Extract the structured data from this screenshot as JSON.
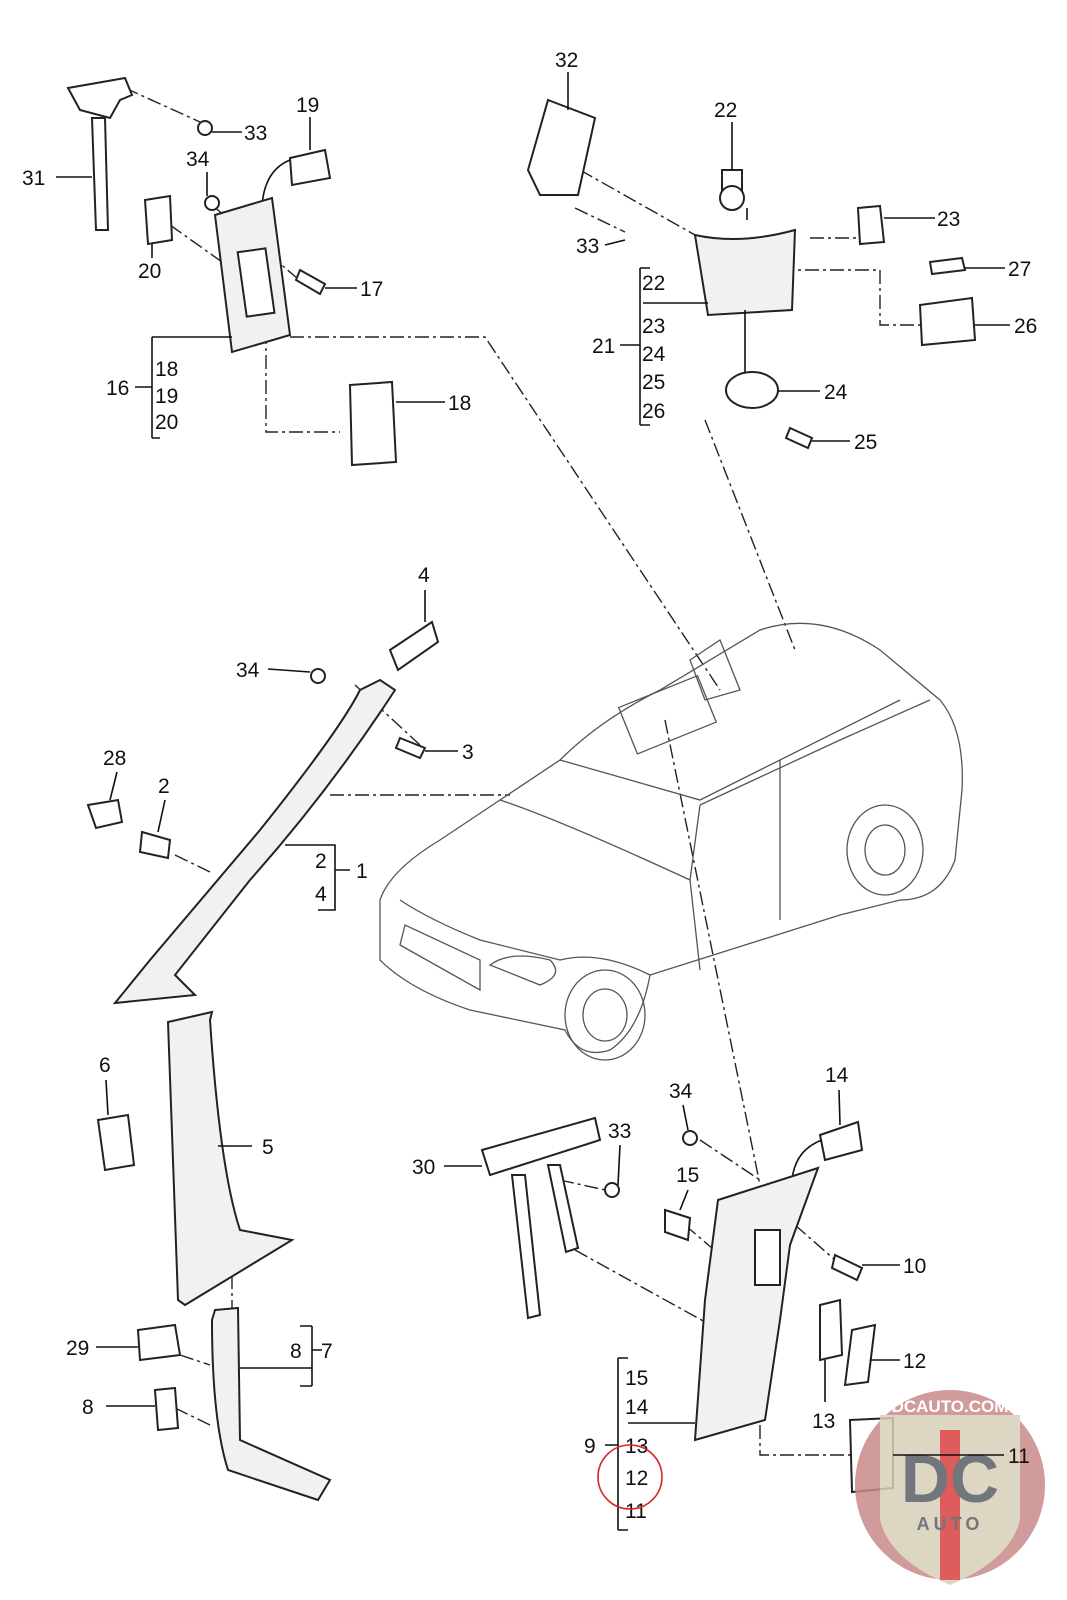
{
  "diagram": {
    "callouts": [
      "32",
      "22",
      "23",
      "33",
      "27",
      "26",
      "22",
      "23",
      "24",
      "25",
      "26",
      "21",
      "24",
      "25",
      "19",
      "33",
      "31",
      "34",
      "20",
      "17",
      "18",
      "19",
      "20",
      "16",
      "18",
      "4",
      "34",
      "3",
      "28",
      "2",
      "2",
      "4",
      "1",
      "6",
      "5",
      "14",
      "34",
      "33",
      "30",
      "15",
      "10",
      "29",
      "8",
      "7",
      "8",
      "12",
      "15",
      "14",
      "13",
      "9",
      "13",
      "12",
      "11",
      "11"
    ],
    "highlighted_callout": "12",
    "highlight_color": "#d62828"
  },
  "watermark": {
    "text_top": "DCAUTO.COM",
    "text_main": "DC",
    "text_bottom": "AUTO",
    "circle_color": "#c98a8a",
    "shield_color": "#d8d0b8",
    "letter_color": "#5a5f66",
    "stripe_color": "#d94040"
  }
}
